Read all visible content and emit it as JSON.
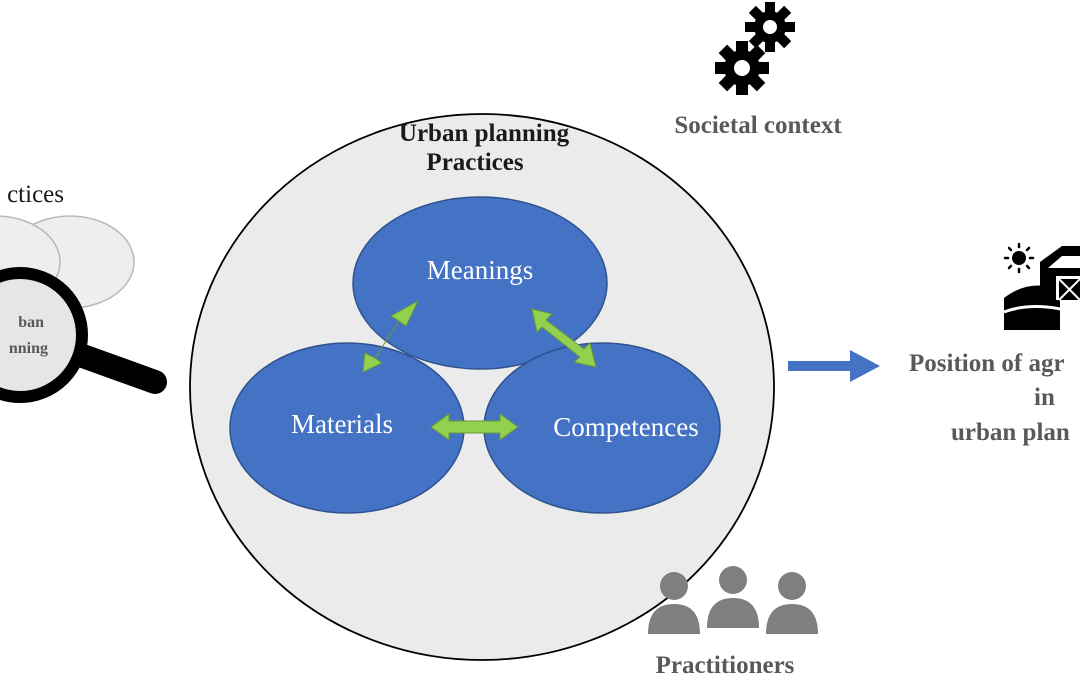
{
  "practices_fragment": {
    "title": "ctices",
    "lens_line1": "ban",
    "lens_line2": "nning",
    "magnifier_icon": "magnifying-glass-icon"
  },
  "urban_planning": {
    "title_line1": "Urban planning",
    "title_line2": "Practices",
    "elements": {
      "meanings": "Meanings",
      "materials": "Materials",
      "competences": "Competences"
    }
  },
  "societal_context": {
    "label": "Societal context",
    "icon": "gears-icon"
  },
  "practitioners": {
    "label": "Practitioners",
    "icon": "people-group-icon"
  },
  "position": {
    "line1": "Position of agr",
    "line2": "in",
    "line3": "urban plan",
    "icon": "farm-barn-icon",
    "sun_icon": "sun-icon"
  },
  "colors": {
    "blue_ellipse": "#4472c4",
    "blue_stroke": "#2f528f",
    "green_arrow": "#92d050",
    "big_ellipse_fill": "#ebebeb",
    "grey_text": "#595959",
    "output_arrow": "#4472c4"
  }
}
